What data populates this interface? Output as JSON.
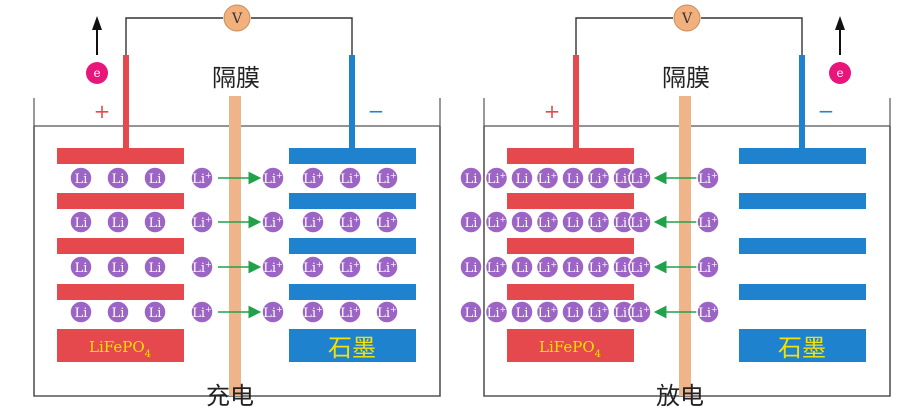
{
  "colors": {
    "positive": "#e5484d",
    "negative": "#1f82cf",
    "separator": "#f0b48a",
    "ion_fill": "#9c64c4",
    "ion_text": "#ffffff",
    "electron_fill": "#e8157a",
    "voltmeter_fill": "#f2b07c",
    "arrow": "#21a24a",
    "label_text": "#f5e000",
    "line": "#333333"
  },
  "panels": [
    {
      "id": "charge",
      "title": "充电",
      "separator_label": "隔膜",
      "positive_sign": "+",
      "negative_sign": "−",
      "voltmeter": "V",
      "electron": "e",
      "electron_side": "left",
      "cathode_label": "LiFePO",
      "cathode_label_sub": "4",
      "anode_label": "石墨",
      "arrow_direction": "right",
      "rows": [
        {
          "left_ions": [
            "Li",
            "Li",
            "Li"
          ],
          "moving_from": "Li+",
          "moving_to": "Li+",
          "right_ions": [
            "Li+",
            "Li+",
            "Li+"
          ]
        },
        {
          "left_ions": [
            "Li",
            "Li",
            "Li"
          ],
          "moving_from": "Li+",
          "moving_to": "Li+",
          "right_ions": [
            "Li+",
            "Li+",
            "Li+"
          ]
        },
        {
          "left_ions": [
            "Li",
            "Li",
            "Li"
          ],
          "moving_from": "Li+",
          "moving_to": "Li+",
          "right_ions": [
            "Li+",
            "Li+",
            "Li+"
          ]
        },
        {
          "left_ions": [
            "Li",
            "Li",
            "Li"
          ],
          "moving_from": "Li+",
          "moving_to": "Li+",
          "right_ions": [
            "Li+",
            "Li+",
            "Li+"
          ]
        }
      ]
    },
    {
      "id": "discharge",
      "title": "放电",
      "separator_label": "隔膜",
      "positive_sign": "+",
      "negative_sign": "−",
      "voltmeter": "V",
      "electron": "e",
      "electron_side": "right",
      "cathode_label": "LiFePO",
      "cathode_label_sub": "4",
      "anode_label": "石墨",
      "arrow_direction": "left",
      "rows": [
        {
          "left_ions": [
            "Li",
            "Li+",
            "Li",
            "Li+",
            "Li",
            "Li+",
            "Li+"
          ],
          "moving_from": "Li+",
          "moving_to": "Li+"
        },
        {
          "left_ions": [
            "Li",
            "Li+",
            "Li",
            "Li+",
            "Li",
            "Li+",
            "Li+"
          ],
          "moving_from": "Li+",
          "moving_to": "Li+"
        },
        {
          "left_ions": [
            "Li",
            "Li+",
            "Li",
            "Li+",
            "Li",
            "Li+",
            "Li+"
          ],
          "moving_from": "Li+",
          "moving_to": "Li+"
        },
        {
          "left_ions": [
            "Li",
            "Li+",
            "Li",
            "Li+",
            "Li",
            "Li+",
            "Li+"
          ],
          "moving_from": "Li+",
          "moving_to": "Li+"
        }
      ]
    }
  ]
}
